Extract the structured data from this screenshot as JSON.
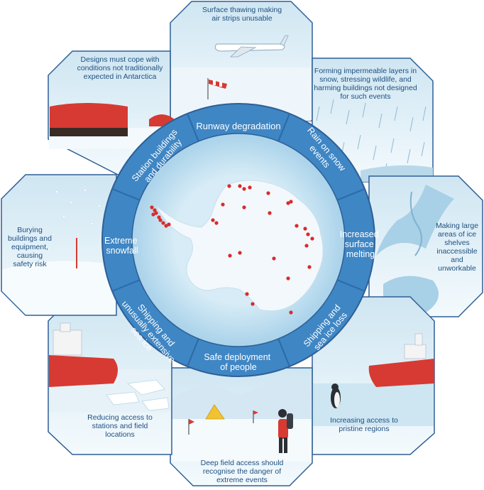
{
  "center_topic": "Antarctica",
  "impacts": [
    {
      "id": "runway",
      "ring_label": "Runway degradation",
      "description": "Surface thawing making air strips unusable"
    },
    {
      "id": "rain",
      "ring_label": "Rain on snow events",
      "description": "Forming impermeable layers in snow, stressing wildlife, and harming buildings not designed for such events"
    },
    {
      "id": "melting",
      "ring_label": "Increased surface melting",
      "description": "Making large areas of ice shelves inaccessible and unworkable"
    },
    {
      "id": "seaice_loss",
      "ring_label": "Shipping and sea ice loss",
      "description": "Increasing access to pristine regions"
    },
    {
      "id": "safe",
      "ring_label": "Safe deployment of people",
      "description": "Deep field access should recognise the danger of extreme events"
    },
    {
      "id": "seaice_ext",
      "ring_label": "Shipping and unusually extensive sea ice",
      "description": "Reducing access to stations and field locations"
    },
    {
      "id": "snowfall",
      "ring_label": "Extreme snowfall",
      "description": "Burying buildings and equipment, causing safety risk"
    },
    {
      "id": "station",
      "ring_label": "Station buildings and durability",
      "description": "Designs must cope with conditions not traditionally expected in Antarctica"
    }
  ],
  "colors": {
    "ring": "#3f86c4",
    "ring_dark": "#2c6aa8",
    "outline": "#2e5f96",
    "panel_sky": "#dff0f8",
    "panel_text": "#1f4f80",
    "continent": "#f2f8fc",
    "ocean": "#cfe7f3",
    "station_dot": "#d92b2b",
    "ship_red": "#d73a32"
  },
  "icons": [
    "airplane-icon",
    "windsock-icon",
    "station-hut-icon",
    "snow-pole-icon",
    "ship-icon",
    "penguin-icon",
    "tent-icon",
    "person-icon",
    "flag-icon",
    "station-dot-icon"
  ]
}
